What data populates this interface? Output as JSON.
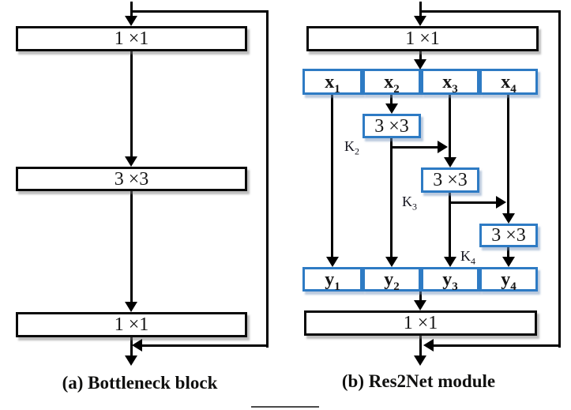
{
  "figure": {
    "caption_a": "(a) Bottleneck block",
    "caption_b": "(b) Res2Net module"
  },
  "panel_a": {
    "boxes": [
      {
        "label": "1 ×1"
      },
      {
        "label": "3 ×3"
      },
      {
        "label": "1 ×1"
      }
    ]
  },
  "panel_b": {
    "input_conv": "1 ×1",
    "output_conv": "1 ×1",
    "splits": [
      {
        "base": "x",
        "sub": "1"
      },
      {
        "base": "x",
        "sub": "2"
      },
      {
        "base": "x",
        "sub": "3"
      },
      {
        "base": "x",
        "sub": "4"
      }
    ],
    "convs": [
      {
        "label": "3 ×3",
        "k_base": "K",
        "k_sub": "2"
      },
      {
        "label": "3 ×3",
        "k_base": "K",
        "k_sub": "3"
      },
      {
        "label": "3 ×3",
        "k_base": "K",
        "k_sub": "4"
      }
    ],
    "outputs": [
      {
        "base": "y",
        "sub": "1"
      },
      {
        "base": "y",
        "sub": "2"
      },
      {
        "base": "y",
        "sub": "3"
      },
      {
        "base": "y",
        "sub": "4"
      }
    ]
  },
  "colors": {
    "accent_blue": "#2e7bc4",
    "line_black": "#000000",
    "background": "#ffffff"
  }
}
